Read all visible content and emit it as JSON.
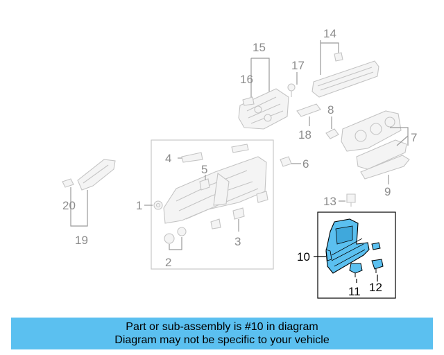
{
  "diagram": {
    "callouts": {
      "c1": "1",
      "c2": "2",
      "c3": "3",
      "c4": "4",
      "c5": "5",
      "c6": "6",
      "c7": "7",
      "c8": "8",
      "c9": "9",
      "c10": "10",
      "c11": "11",
      "c12": "12",
      "c13": "13",
      "c14": "14",
      "c15": "15",
      "c16": "16",
      "c17": "17",
      "c18": "18",
      "c19": "19",
      "c20": "20"
    },
    "highlight_part": "10",
    "highlight_color": "#5bc0f0",
    "faded_color": "#c4c4c4"
  },
  "banner": {
    "line1": "Part or sub-assembly is #10 in diagram",
    "line2": "Diagram may not be specific to your vehicle",
    "background_color": "#5bc0f0"
  }
}
